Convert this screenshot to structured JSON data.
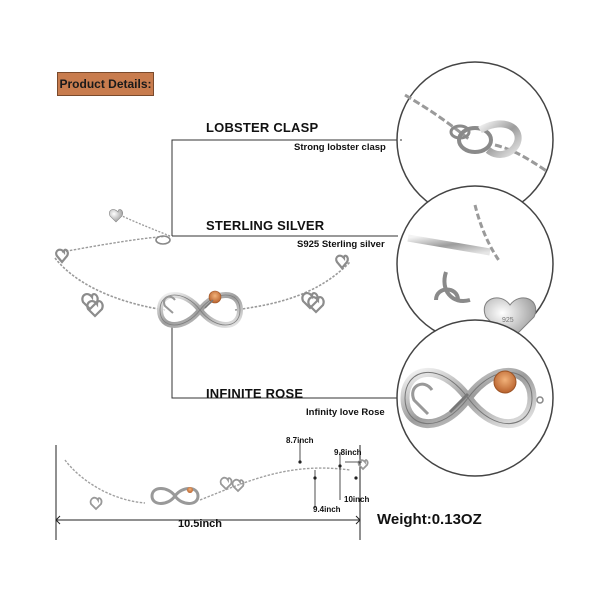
{
  "header": {
    "badge_label": "Product Details:"
  },
  "features": [
    {
      "title": "LOBSTER CLASP",
      "subtitle": "Strong lobster clasp"
    },
    {
      "title": "STERLING SILVER",
      "subtitle": "S925 Sterling silver"
    },
    {
      "title": "INFINITE ROSE",
      "subtitle": "Infinity love Rose"
    }
  ],
  "dimensions": {
    "d1": "8.7inch",
    "d2": "9.8inch",
    "d3": "10inch",
    "d4": "9.4inch",
    "total": "10.5inch"
  },
  "weight_label": "Weight:0.13OZ",
  "stamp_text": "925",
  "colors": {
    "badge": "#c87c4e",
    "silver": "#b8b8b8",
    "rose_gold": "#d98a4e"
  }
}
